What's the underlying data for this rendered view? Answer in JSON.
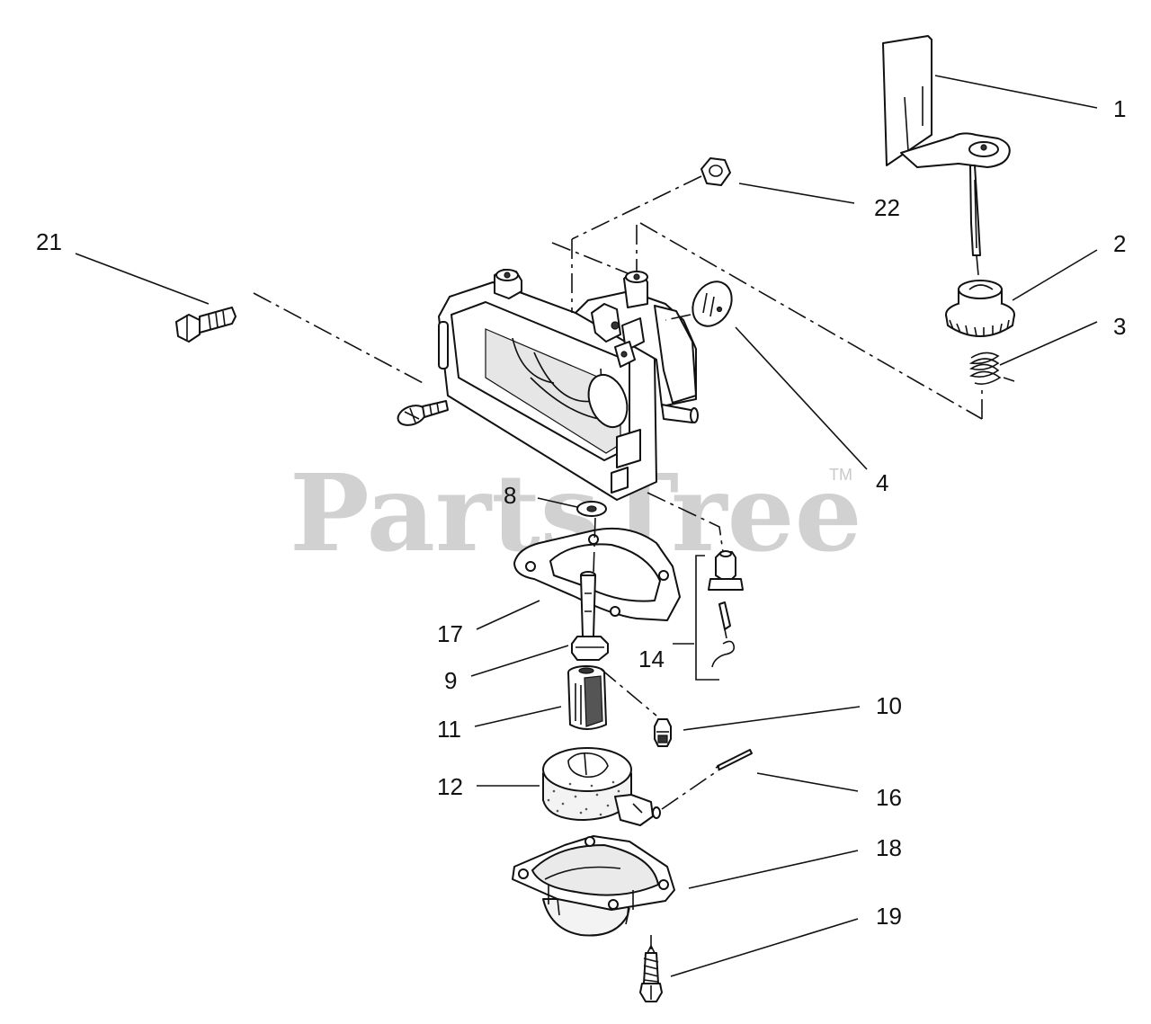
{
  "watermark": {
    "text": "PartsTree",
    "trademark": "TM"
  },
  "callouts": [
    {
      "id": "1",
      "label": "1"
    },
    {
      "id": "2",
      "label": "2"
    },
    {
      "id": "3",
      "label": "3"
    },
    {
      "id": "4",
      "label": "4"
    },
    {
      "id": "8",
      "label": "8"
    },
    {
      "id": "9",
      "label": "9"
    },
    {
      "id": "10",
      "label": "10"
    },
    {
      "id": "11",
      "label": "11"
    },
    {
      "id": "12",
      "label": "12"
    },
    {
      "id": "14",
      "label": "14"
    },
    {
      "id": "16",
      "label": "16"
    },
    {
      "id": "17",
      "label": "17"
    },
    {
      "id": "18",
      "label": "18"
    },
    {
      "id": "19",
      "label": "19"
    },
    {
      "id": "21",
      "label": "21"
    },
    {
      "id": "22",
      "label": "22"
    }
  ]
}
